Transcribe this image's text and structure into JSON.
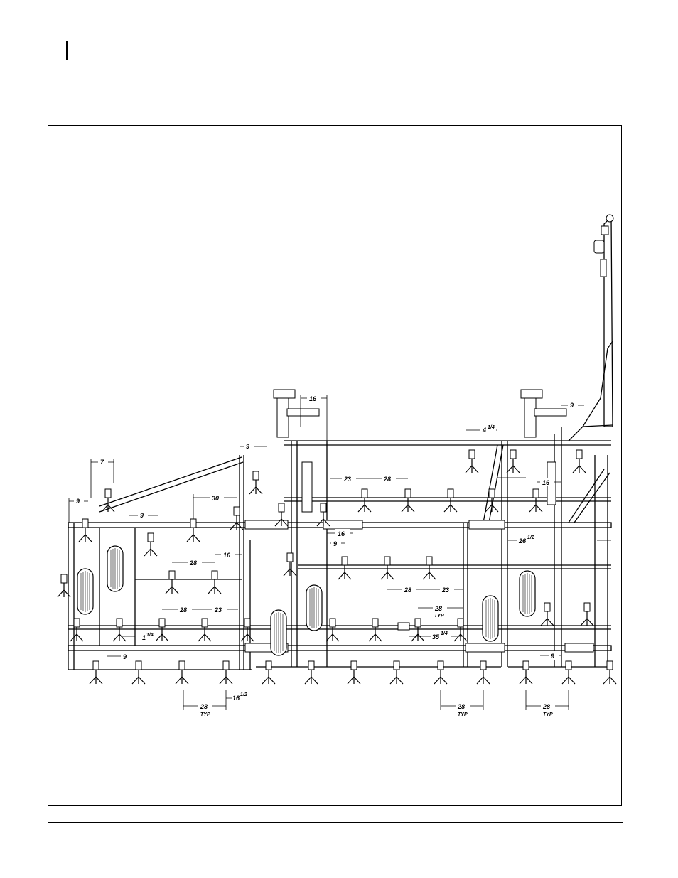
{
  "figure": {
    "dimensions": [
      {
        "id": "d7",
        "text": "7"
      },
      {
        "id": "d9-left",
        "text": "9"
      },
      {
        "id": "d9-upper",
        "text": "9"
      },
      {
        "id": "d9-mid",
        "text": "9"
      },
      {
        "id": "d9-center",
        "text": "9"
      },
      {
        "id": "d9-lower",
        "text": "9"
      },
      {
        "id": "d9-right",
        "text": "9"
      },
      {
        "id": "d9-top-right",
        "text": "9"
      },
      {
        "id": "d30",
        "text": "30"
      },
      {
        "id": "d16-top",
        "text": "16"
      },
      {
        "id": "d16-mid",
        "text": "16"
      },
      {
        "id": "d16-left",
        "text": "16"
      },
      {
        "id": "d16-right",
        "text": "16"
      },
      {
        "id": "d23-top",
        "text": "23"
      },
      {
        "id": "d28-top",
        "text": "28"
      },
      {
        "id": "d28-left",
        "text": "28"
      },
      {
        "id": "d23-left",
        "text": "23"
      },
      {
        "id": "d28-center",
        "text": "28"
      },
      {
        "id": "d23-center",
        "text": "23"
      },
      {
        "id": "d28-row2",
        "text": "28"
      },
      {
        "id": "d28-lower",
        "text": "28"
      },
      {
        "id": "d28-bottom-left",
        "text": "28"
      },
      {
        "id": "d28-bottom-center",
        "text": "28"
      },
      {
        "id": "d28-bottom-right",
        "text": "28"
      },
      {
        "id": "d35",
        "text": "35"
      },
      {
        "id": "d26",
        "text": "26"
      },
      {
        "id": "d4",
        "text": "4"
      },
      {
        "id": "d1",
        "text": "1"
      },
      {
        "id": "d16h",
        "text": "16"
      }
    ],
    "fractions": [
      {
        "id": "f-half",
        "text": "1/2"
      },
      {
        "id": "f-quarter",
        "text": "1/4"
      }
    ],
    "typ_label": "TYP"
  }
}
